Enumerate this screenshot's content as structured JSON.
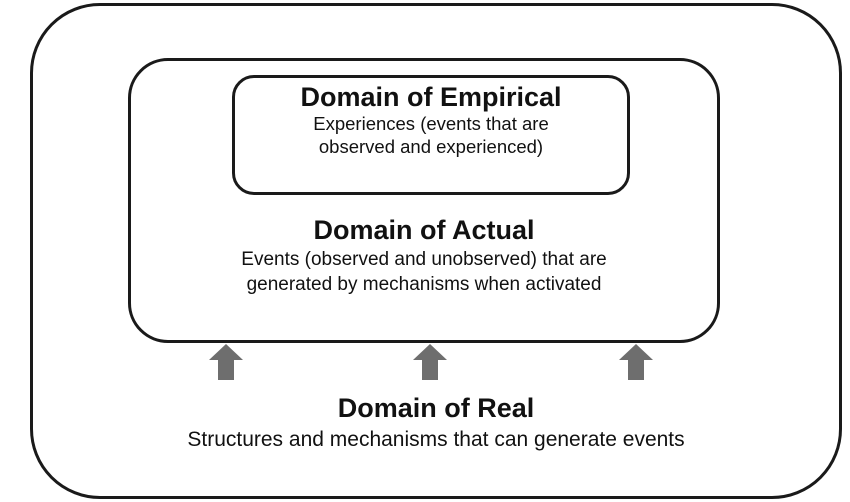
{
  "domains": {
    "empirical": {
      "title": "Domain of Empirical",
      "line1": "Experiences (events that are",
      "line2": "observed and experienced)"
    },
    "actual": {
      "title": "Domain of Actual",
      "line1": "Events (observed and unobserved) that are",
      "line2": "generated by mechanisms when activated"
    },
    "real": {
      "title": "Domain of Real",
      "line1": "Structures and mechanisms that can generate events"
    }
  },
  "colors": {
    "border": "#1a1a1a",
    "arrow": "#6e6e6e",
    "text": "#111111"
  },
  "icons": [
    "up-arrow-icon",
    "up-arrow-icon",
    "up-arrow-icon"
  ]
}
